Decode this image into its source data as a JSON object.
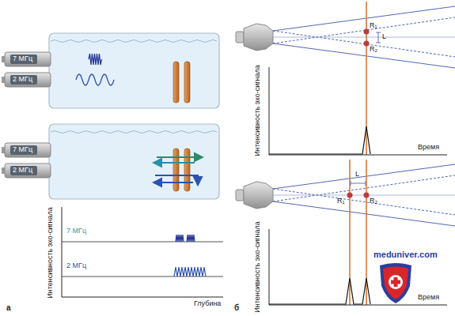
{
  "diagram": {
    "nodes": [
      {
        "text": [
          "7 МГц"
        ]
      },
      {
        "text": [
          "2 МГц"
        ]
      },
      {
        "text": [
          "7 МГц"
        ]
      },
      {
        "text": [
          "2 МГц"
        ]
      }
    ],
    "labels": [
      "Интенсивность эхо-сигнала",
      "7 МГц",
      "2 МГц",
      "Глубина",
      "а",
      "R₁",
      "R₂",
      "L",
      "Интенсивность эхо-сигнала",
      "Время",
      "L",
      "R₁",
      "R₂",
      "Интенсивность эхо-сигнала",
      "Время",
      "meduniver.com",
      "б"
    ]
  }
}
